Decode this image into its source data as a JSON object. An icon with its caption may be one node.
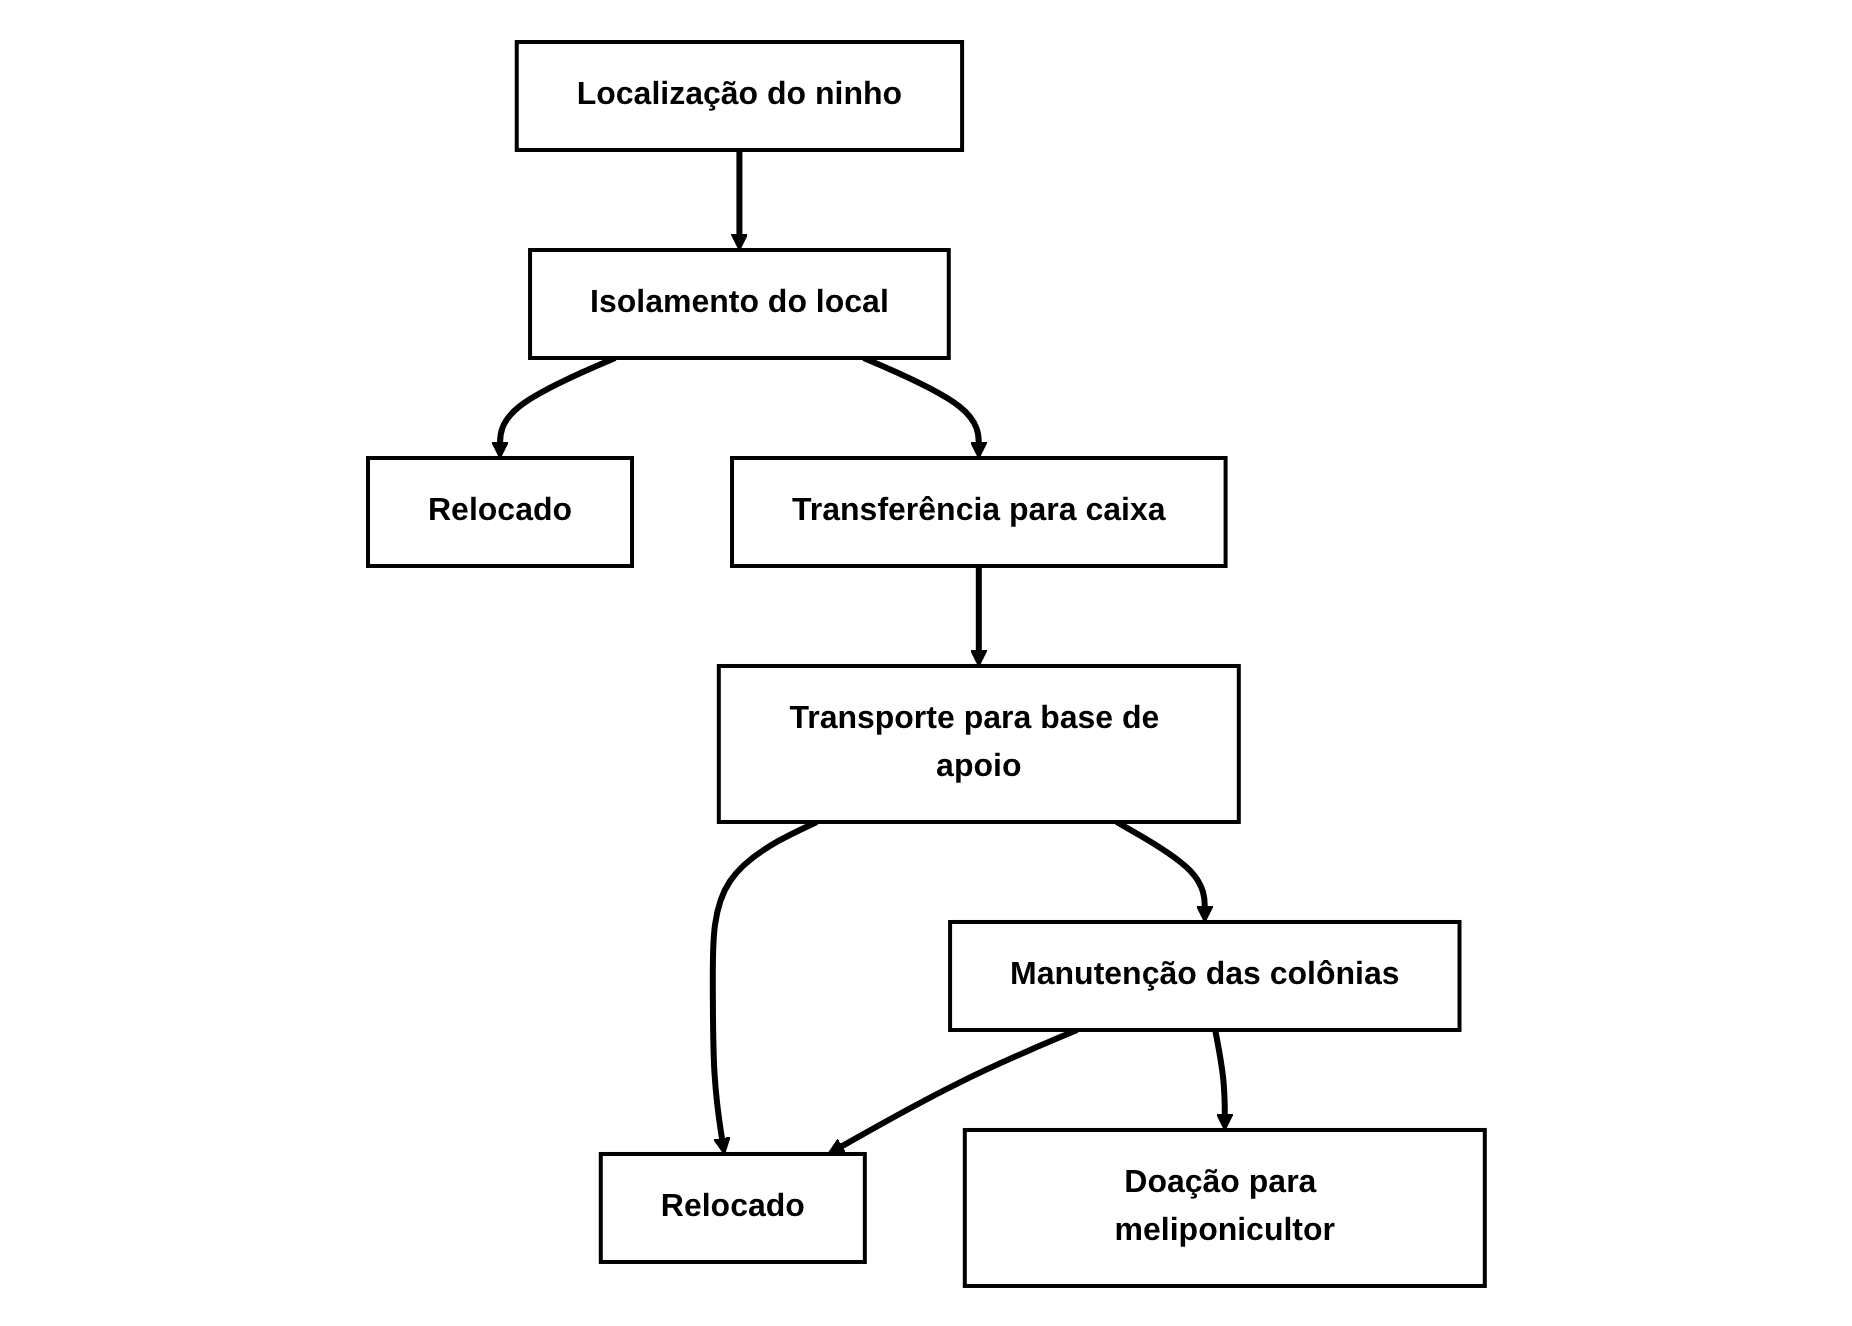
{
  "diagram": {
    "nodes": [
      {
        "text": [
          "Localização do ninho"
        ]
      },
      {
        "text": [
          "Isolamento do local"
        ]
      },
      {
        "text": [
          "Relocado"
        ]
      },
      {
        "text": [
          "Transferência para caixa"
        ]
      },
      {
        "text": [
          "Transporte para base de apoio"
        ]
      },
      {
        "text": [
          "Relocado"
        ]
      },
      {
        "text": [
          "Manutenção das colônias"
        ]
      },
      {
        "text": [
          "Doação para meliponicultor"
        ]
      }
    ],
    "edges": [
      {
        "from": 0,
        "to": 1,
        "arrow": "to"
      },
      {
        "from": 1,
        "to": 2,
        "arrow": "to"
      },
      {
        "from": 1,
        "to": 3,
        "arrow": "to"
      },
      {
        "from": 3,
        "to": 4,
        "arrow": "to"
      },
      {
        "from": 4,
        "to": 5,
        "arrow": "to"
      },
      {
        "from": 4,
        "to": 6,
        "arrow": "to"
      },
      {
        "from": 6,
        "to": 5,
        "arrow": "to"
      },
      {
        "from": 6,
        "to": 7,
        "arrow": "to"
      }
    ]
  }
}
